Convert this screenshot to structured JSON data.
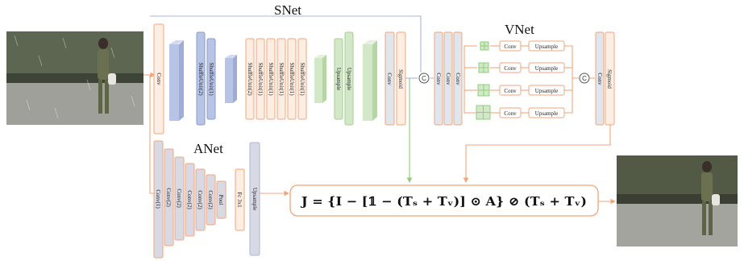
{
  "titles": {
    "snet": "SNet",
    "vnet": "VNet",
    "anet": "ANet"
  },
  "snet": {
    "conv": "Conv",
    "shuffle_a": "ShuffleUnit(2)",
    "shuffle_b": "ShuffleUnit(1)",
    "shuffle_c": "ShuffleUnit(2)",
    "shuffle_mid": "ShuffleUnit(1)",
    "shuffle_end": "ShuffleUnit(1)",
    "upsample": "Upsample",
    "conv_end": "Conv",
    "sigmoid": "Sigmoid"
  },
  "vnet": {
    "conv": "Conv",
    "branch_conv": "Conv",
    "branch_upsample": "Upsample",
    "conv_end": "Conv",
    "sigmoid": "Sigmoid"
  },
  "anet": {
    "conv1": "Conv(1)",
    "conv2": "Conv(2)",
    "pool": "Pool",
    "fc": "Fc 3x1",
    "upsample": "Upsample"
  },
  "concat_symbol": "C",
  "equation": "J = {I − [𝟙 − (Tₛ + Tᵥ)] ⊙ A} ⊘ (Tₛ + Tᵥ)",
  "colors": {
    "orange_stroke": "#f2a57a",
    "orange_fill": "#fdeee4",
    "blue": "#b8c4e6",
    "green": "#d3e8c8",
    "gray": "#d9d9e3",
    "line_blue": "#aab6dd",
    "line_green": "#8fcf7a",
    "line_orange": "#f2a57a"
  }
}
